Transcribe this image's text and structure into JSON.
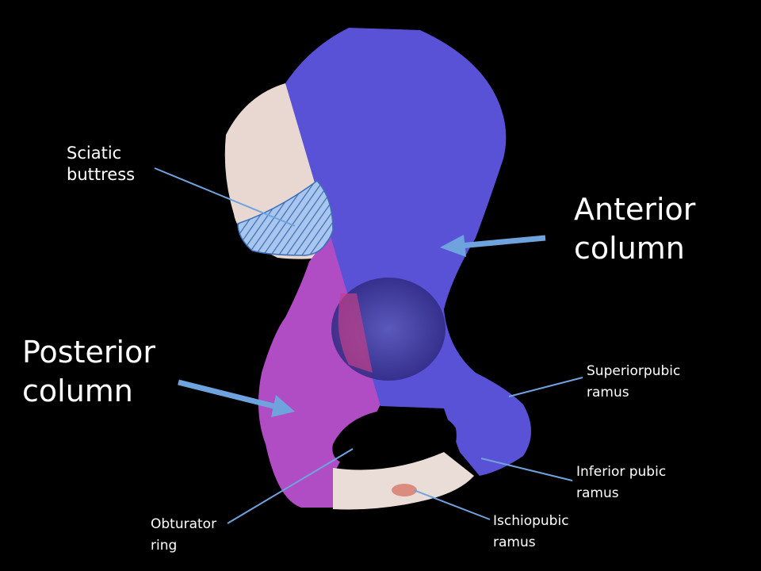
{
  "labels": {
    "sciatic_buttress": [
      "Sciatic",
      "buttress"
    ],
    "anterior_column": [
      "Anterior",
      "column"
    ],
    "posterior_column": [
      "Posterior",
      "column"
    ],
    "superior_pubic_ramus": [
      "Superiorpubic",
      "ramus"
    ],
    "inferior_pubic_ramus": [
      "Inferior pubic",
      "ramus"
    ],
    "ischiopubic_ramus": [
      "Ischiopubic",
      "ramus"
    ],
    "obturator_ring": [
      "Obturator",
      "ring"
    ]
  },
  "colors": {
    "background": "#000000",
    "anterior": "#5a52d6",
    "posterior": "#b04cc4",
    "bone": "#eadcd6",
    "arrow": "#6fa3de",
    "hatch": "#a9c6ee"
  }
}
